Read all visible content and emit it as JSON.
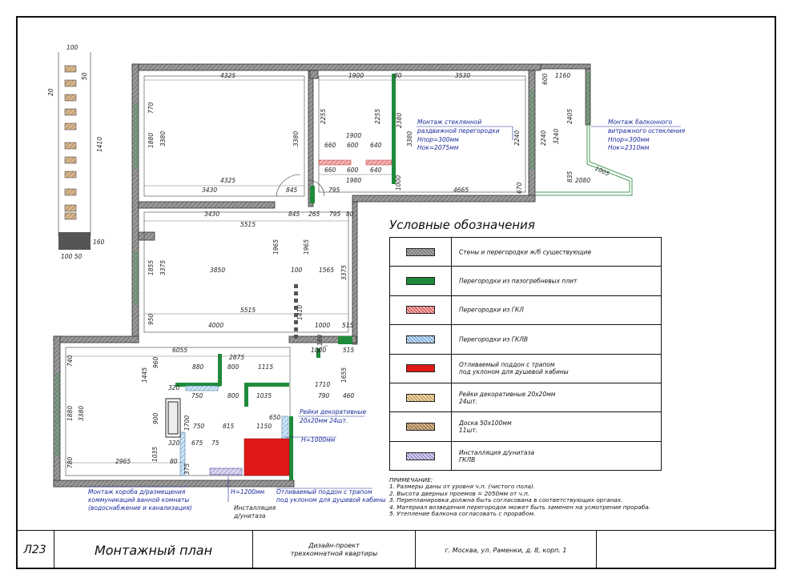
{
  "legend": {
    "title": "Условные обозначения",
    "items": [
      {
        "label": "Стены и перегородки ж/б существующие",
        "color": "#8a8a8a",
        "hatch": true
      },
      {
        "label": "Перегородки из пазогребневых плит",
        "color": "#1f8a3a",
        "hatch": false
      },
      {
        "label": "Перегородки из ГКЛ",
        "color": "#e88a8a",
        "hatch": true
      },
      {
        "label": "Перегородки из ГКЛВ",
        "color": "#9ec9ea",
        "hatch": true
      },
      {
        "label": "Отливаемый поддон с трапом\nпод уклоном для душевой кабины",
        "color": "#e01818",
        "hatch": false
      },
      {
        "label": "Рейки декоративные 20х20мм\n24шт.",
        "color": "#e8c98e",
        "hatch": true
      },
      {
        "label": "Доска 50х100мм\n11шт.",
        "color": "#c9a27a",
        "hatch": true
      },
      {
        "label": "Инсталляция д/унитаза\nГКЛВ",
        "color": "#c2bde8",
        "hatch": true
      }
    ]
  },
  "notes": {
    "heading": "ПРИМЕЧАНИЕ:",
    "lines": [
      "1.    Размеры даны от уровня ч.п. (чистого пола).",
      "2.    Высота дверных проемов = 2050мм от ч.п.",
      "3.    Перепланировка должна быть согласована в соответствующих органах.",
      "4.    Материал возведения перегородок может быть заменен на усмотрение прораба.",
      "5.    Утепление балкона согласовать с прорабом."
    ]
  },
  "stamp": {
    "sheet": "Л23",
    "title": "Монтажный план",
    "project": "Дизайн-проект\nтрехкомнатной квартиры",
    "address": "г. Москва, ул. Раменки, д. 8, корп. 1",
    "extra": ""
  },
  "annotations": {
    "glass_partition": [
      "Монтаж стеклянной",
      "раздвижной перегородки",
      "Hпор=300мм",
      "Hок=2075мм"
    ],
    "balcony_glazing": [
      "Монтаж балконного",
      "витражного остекления",
      "Hпор=300мм",
      "Hок=2310мм"
    ],
    "rails": [
      "Рейки декоративные",
      "20х20мм 24шт."
    ],
    "h1000": "H=1000мм",
    "h1200": "H=1200мм",
    "installation": [
      "Инсталляция",
      "д/унитаза"
    ],
    "tray": [
      "Отливаемый поддон с трапом",
      "под уклоном для душевой кабины"
    ],
    "box": [
      "Монтаж короба д/размещения",
      "коммуникаций ванной комнаты",
      "(водоснабжение и канализация)"
    ]
  },
  "dimensions": {
    "d4325a": "4325",
    "d1900": "1900",
    "d80": "80",
    "d3530": "3530",
    "d600": "600",
    "d1160": "1160",
    "d770": "770",
    "d1880": "1880",
    "d3380a": "3380",
    "d3380b": "3380",
    "d2255a": "2255",
    "d2255b": "2255",
    "d2380": "2380",
    "d3380c": "3380",
    "d1900b": "1900",
    "d660a": "660",
    "d600b": "600",
    "d640a": "640",
    "d660b": "660",
    "d600c": "600",
    "d640b": "640",
    "d1980": "1980",
    "d4325b": "4325",
    "d3430a": "3430",
    "d845a": "845",
    "d795a": "795",
    "d4665": "4665",
    "d1000a": "1000",
    "d670": "670",
    "d2240a": "2240",
    "d2240b": "2240",
    "d3240": "3240",
    "d2405": "2405",
    "d835": "835",
    "d2080": "2080",
    "d1005": "1005",
    "d3430b": "3430",
    "d845b": "845",
    "d265": "265",
    "d795b": "795",
    "d80b": "80",
    "d5515a": "5515",
    "d1965a": "1965",
    "d1965b": "1965",
    "d1855": "1855",
    "d3375a": "3375",
    "d3850": "3850",
    "d100": "100",
    "d1565": "1565",
    "d3375b": "3375",
    "d5515b": "5515",
    "d1410": "1410",
    "d1000b": "1000",
    "d515a": "515",
    "d950": "950",
    "d4000": "4000",
    "d160": "160",
    "d1000c": "1000",
    "d515b": "515",
    "d6055": "6055",
    "d2875": "2875",
    "d740": "740",
    "d880": "880",
    "d800a": "800",
    "d1115": "1115",
    "d1445": "1445",
    "d960": "960",
    "d1710": "1710",
    "d1655": "1655",
    "d320a": "320",
    "d750a": "750",
    "d800b": "800",
    "d1035a": "1035",
    "d790": "790",
    "d460": "460",
    "d1880b": "1880",
    "d3380d": "3380",
    "d900": "900",
    "d1700": "1700",
    "d750b": "750",
    "d815": "815",
    "d1150": "1150",
    "d650": "650",
    "d320b": "320",
    "d675": "675",
    "d75": "75",
    "d780": "780",
    "d2965": "2965",
    "d1035b": "1035",
    "d80c": "80",
    "d375": "375",
    "s100": "100",
    "s1410": "1410",
    "s160": "160",
    "s10050": "100 50",
    "s50": "50",
    "s20": "20"
  }
}
